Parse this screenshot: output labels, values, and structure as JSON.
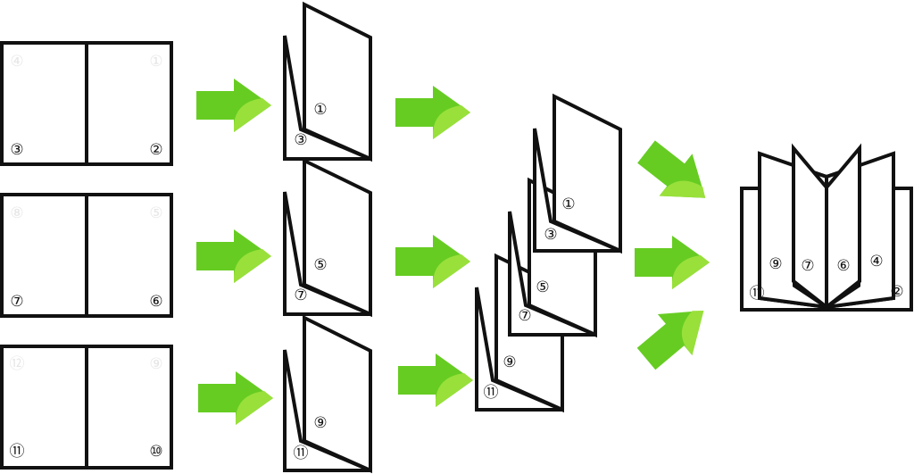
{
  "colors": {
    "arrow": "#66cc22",
    "arrow_light": "#99e03a",
    "outline": "#111111",
    "faint": "#e6e6e6"
  },
  "icons": {
    "arrow": "green-arrow-icon",
    "page_number": "circled-number"
  },
  "spreads": [
    {
      "front_left": "③",
      "front_right": "②",
      "back_left": "④",
      "back_right": "①"
    },
    {
      "front_left": "⑦",
      "front_right": "⑥",
      "back_left": "⑧",
      "back_right": "⑤"
    },
    {
      "front_left": "⑪",
      "front_right": "⑩",
      "back_left": "⑫",
      "back_right": "⑨"
    }
  ],
  "folded": [
    {
      "cover": "①",
      "back": "③"
    },
    {
      "cover": "⑤",
      "back": "⑦"
    },
    {
      "cover": "⑨",
      "back": "⑪"
    }
  ],
  "stack": [
    "①",
    "③",
    "⑤",
    "⑦",
    "⑨",
    "⑪"
  ],
  "booklet": [
    "⑨",
    "⑦",
    "⑥",
    "④",
    "⑪",
    "②"
  ]
}
